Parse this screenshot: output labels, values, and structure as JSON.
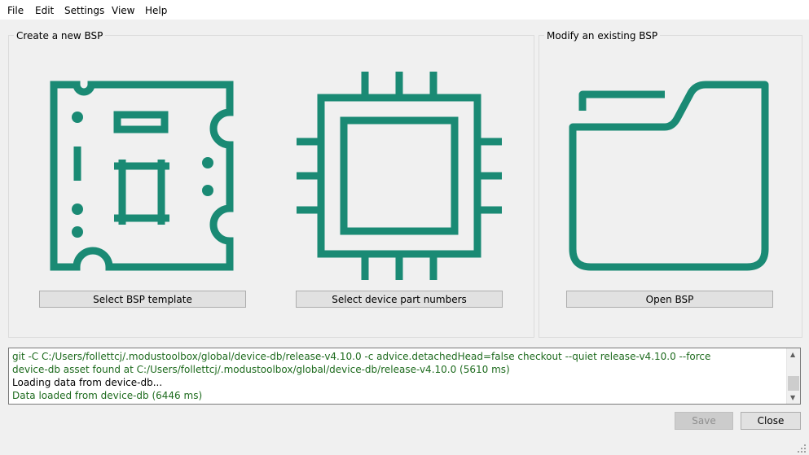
{
  "menu": {
    "file": "File",
    "edit": "Edit",
    "settings": "Settings",
    "view": "View",
    "help": "Help"
  },
  "create_group": {
    "title": "Create a new BSP",
    "template_button": "Select BSP template",
    "device_button": "Select device part numbers"
  },
  "modify_group": {
    "title": "Modify an existing BSP",
    "open_button": "Open BSP"
  },
  "log": {
    "lines": [
      "git -C C:/Users/follettcj/.modustoolbox/global/device-db/release-v4.10.0 -c advice.detachedHead=false checkout --quiet release-v4.10.0 --force",
      "device-db asset found at C:/Users/follettcj/.modustoolbox/global/device-db/release-v4.10.0 (5610 ms)",
      "Loading data from device-db...",
      "Data loaded from device-db (6446 ms)"
    ]
  },
  "footer": {
    "save": "Save",
    "close": "Close"
  },
  "colors": {
    "icon": "#1a8a74",
    "log_success": "#1e6b1e",
    "log_info": "#000000"
  },
  "icons": {
    "template": "circuit-board-icon",
    "device": "chip-icon",
    "open": "folder-icon"
  }
}
